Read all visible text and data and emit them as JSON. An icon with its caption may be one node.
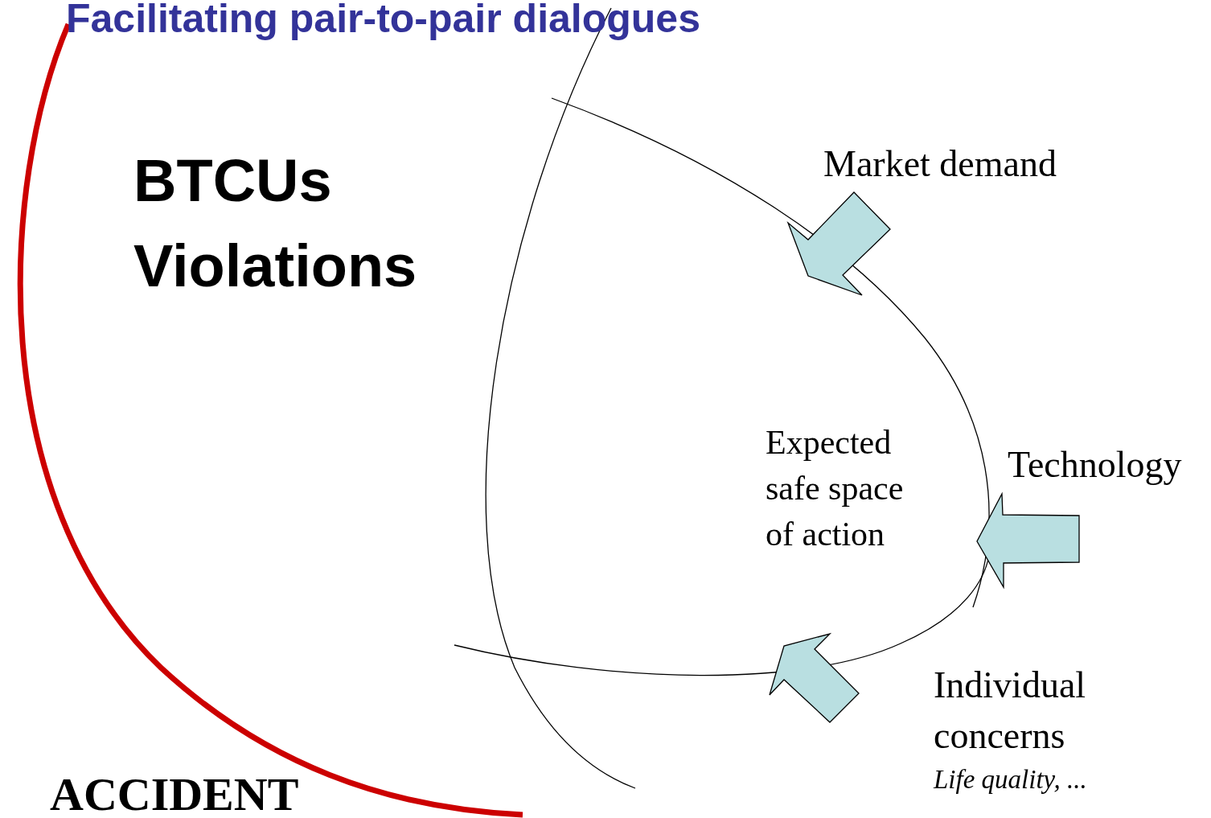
{
  "diagram": {
    "title": "Facilitating pair-to-pair dialogues",
    "labels": [
      "BTCUs",
      "Violations",
      "Market demand",
      "Expected safe space of action",
      "Technology",
      "Individual concerns",
      "Life quality, ...",
      "ACCIDENT"
    ]
  }
}
